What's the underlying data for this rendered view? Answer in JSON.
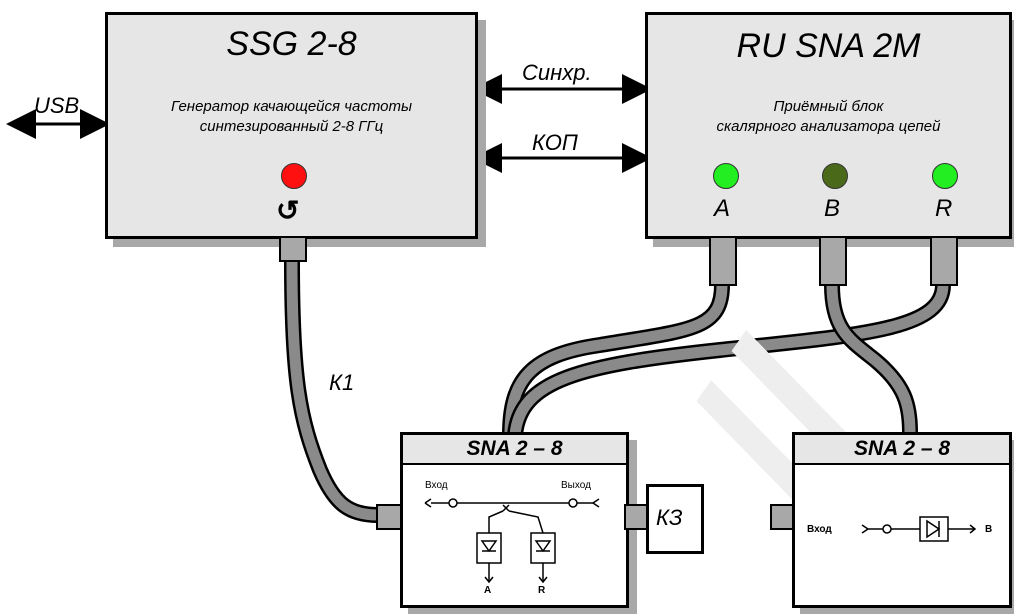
{
  "generator": {
    "title": "SSG 2-8",
    "subtitle_line1": "Генератор качающейся частоты",
    "subtitle_line2": "синтезированный 2-8 ГГц"
  },
  "receiver": {
    "title": "RU SNA 2M",
    "subtitle_line1": "Приёмный блок",
    "subtitle_line2": "скалярного анализатора цепей",
    "channels": [
      "A",
      "B",
      "R"
    ]
  },
  "links": {
    "usb": "USB",
    "sync": "Синхр.",
    "kop": "КОП",
    "cable": "К1",
    "short": "КЗ"
  },
  "module1": {
    "title": "SNA 2 – 8",
    "input": "Вход",
    "output": "Выход",
    "out_a": "A",
    "out_r": "R"
  },
  "module2": {
    "title": "SNA 2 – 8",
    "input": "Вход",
    "out_b": "B"
  },
  "colors": {
    "led_red": "#ff1010",
    "led_green": "#22ee22",
    "led_dark": "#4a6a1a",
    "cable": "#808080"
  }
}
